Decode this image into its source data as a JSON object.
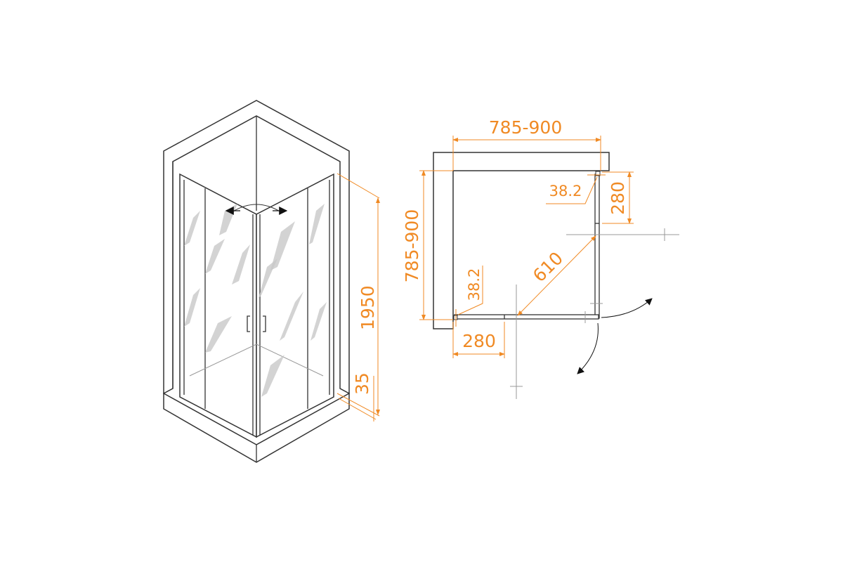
{
  "accent_color": "#f08a24",
  "line_color": "#333333",
  "isometric_view": {
    "height_label": "1950",
    "base_label": "35"
  },
  "plan_view": {
    "width_label": "785-900",
    "depth_label": "785-900",
    "profile_top_label": "38.2",
    "profile_left_label": "38.2",
    "fixed_right_label": "280",
    "fixed_bottom_label": "280",
    "door_opening_label": "610"
  }
}
